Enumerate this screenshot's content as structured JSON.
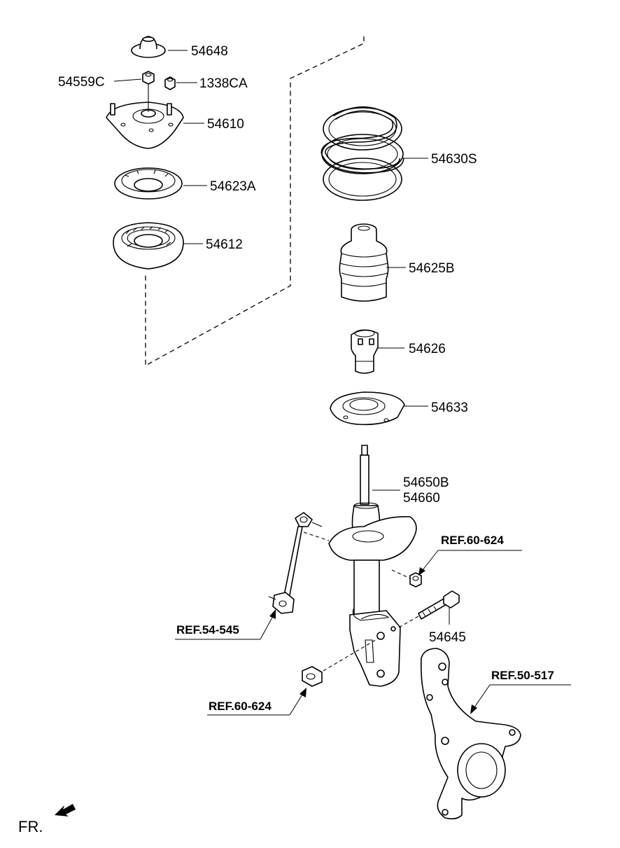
{
  "parts": {
    "p54648": "54648",
    "p54559c": "54559C",
    "p1338ca": "1338CA",
    "p54610": "54610",
    "p54623a": "54623A",
    "p54612": "54612",
    "p54630s": "54630S",
    "p54625b": "54625B",
    "p54626": "54626",
    "p54633": "54633",
    "p54650b": "54650B",
    "p54660": "54660",
    "p54645": "54645"
  },
  "refs": {
    "ref_60_624_upper": "REF.60-624",
    "ref_54_545": "REF.54-545",
    "ref_60_624_lower": "REF.60-624",
    "ref_50_517": "REF.50-517"
  },
  "front_label": "FR."
}
